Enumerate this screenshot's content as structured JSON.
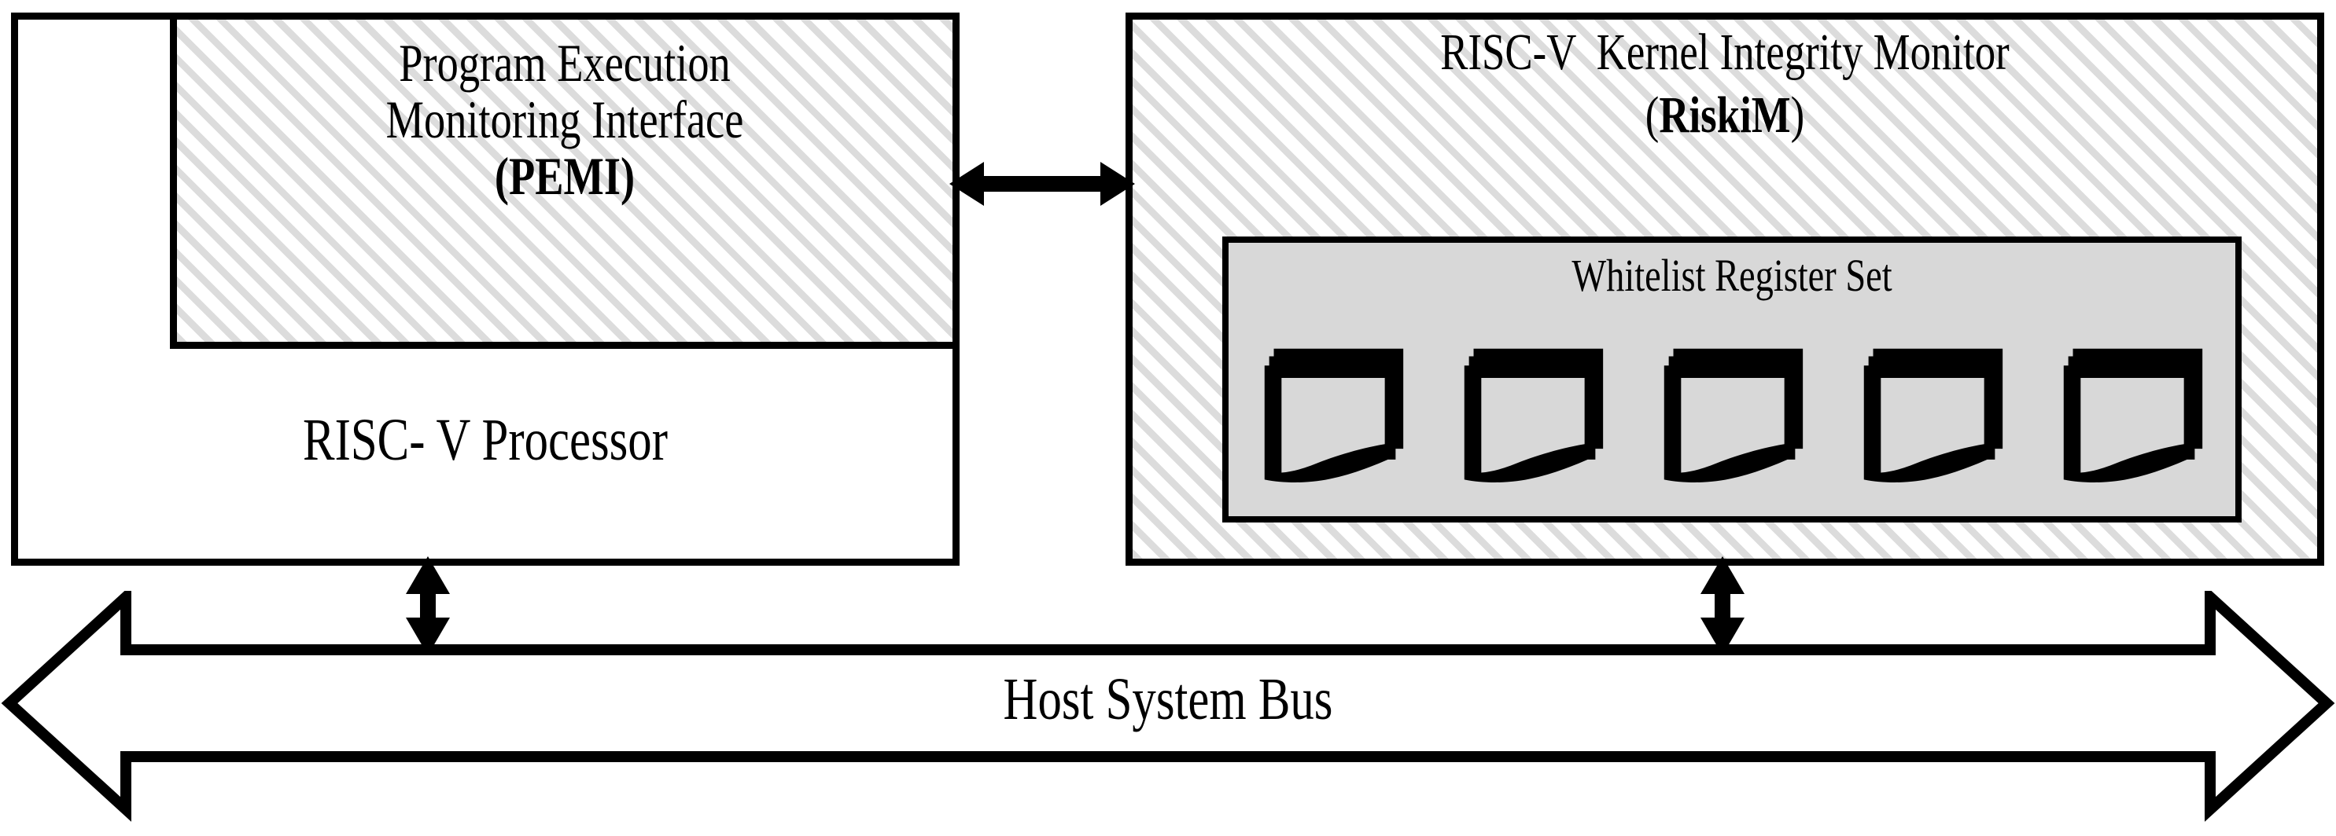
{
  "diagram": {
    "title": "RiskiM hardware architecture overview",
    "colors": {
      "outline": "#000000",
      "hatch_stripe": "#dcdcdc",
      "panel_fill": "#d8d8d8",
      "background": "#ffffff"
    }
  },
  "processor": {
    "label": "RISC- V Processor"
  },
  "pemi": {
    "line1": "Program Execution",
    "line2": "Monitoring Interface",
    "line3": "(PEMI)"
  },
  "riskim": {
    "line1": "RISC-V  Kernel Integrity Monitor",
    "line2_open": "(",
    "line2_name": "RiskiM",
    "line2_close": ")"
  },
  "whitelist": {
    "label": "Whitelist Register Set",
    "register_count": 5,
    "register_icon": "register-document-icon",
    "registers": [
      {
        "name": "register-1"
      },
      {
        "name": "register-2"
      },
      {
        "name": "register-3"
      },
      {
        "name": "register-4"
      },
      {
        "name": "register-5"
      }
    ]
  },
  "bus": {
    "label": "Host System Bus",
    "icon": "double-headed-horizontal-bus-arrow"
  },
  "connections": {
    "pemi_to_riskim": "double-headed-arrow",
    "processor_to_bus": "double-headed-vertical-arrow",
    "riskim_to_bus": "double-headed-vertical-arrow"
  }
}
